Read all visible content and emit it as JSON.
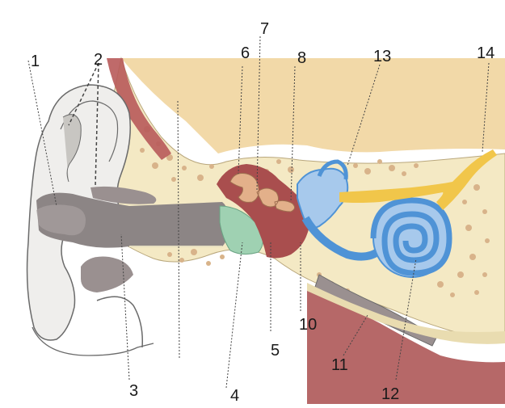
{
  "labels": {
    "l1": "1",
    "l2": "2",
    "l3": "3",
    "l4": "4",
    "l5": "5",
    "l6": "6",
    "l7": "7",
    "l8": "8",
    "l9": "10",
    "l10": "11",
    "l11": "12",
    "l12": "13",
    "l13": "14"
  },
  "colors": {
    "skin": "#efeeec",
    "skin_outline": "#6a6a6a",
    "canal": "#8c8585",
    "bone_cream": "#f4e9c4",
    "bone_hole": "#d8b38a",
    "brain": "#f2d9a8",
    "muscle": "#b85a5a",
    "middle_ear": "#a94e4e",
    "ossicles": "#e3b08a",
    "eardrum": "#9fd1b2",
    "labyrinth": "#4f93d6",
    "labyrinth_light": "#a7c9ec",
    "nerve": "#f1c64a",
    "tissue_gray": "#9a9090"
  }
}
